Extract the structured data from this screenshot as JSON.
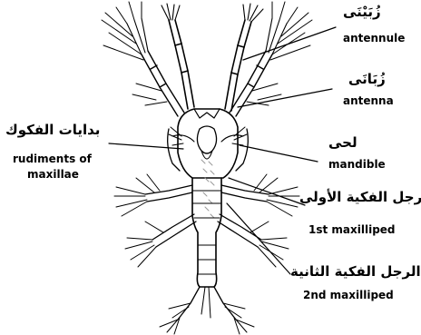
{
  "labels": {
    "antennule": {
      "arabic": "زُبَيْنَى",
      "english": "antennule"
    },
    "antenna": {
      "arabic": "زُبَانَى",
      "english": "antenna"
    },
    "rudiments": {
      "arabic": "بدايات الفكوك",
      "english_line1": "rudiments of",
      "english_line2": "maxillae"
    },
    "mandible": {
      "arabic": "لحى",
      "english": "mandible"
    },
    "first_maxilliped": {
      "arabic": "الرجل الفكية الأولى",
      "english": "1st maxilliped"
    },
    "second_maxilliped": {
      "arabic": "الرجل الفكية الثانية",
      "english": "2nd maxilliped"
    }
  },
  "colors": {
    "ink": "#000000",
    "paper": "#ffffff",
    "shade": "#9a9a9a"
  }
}
